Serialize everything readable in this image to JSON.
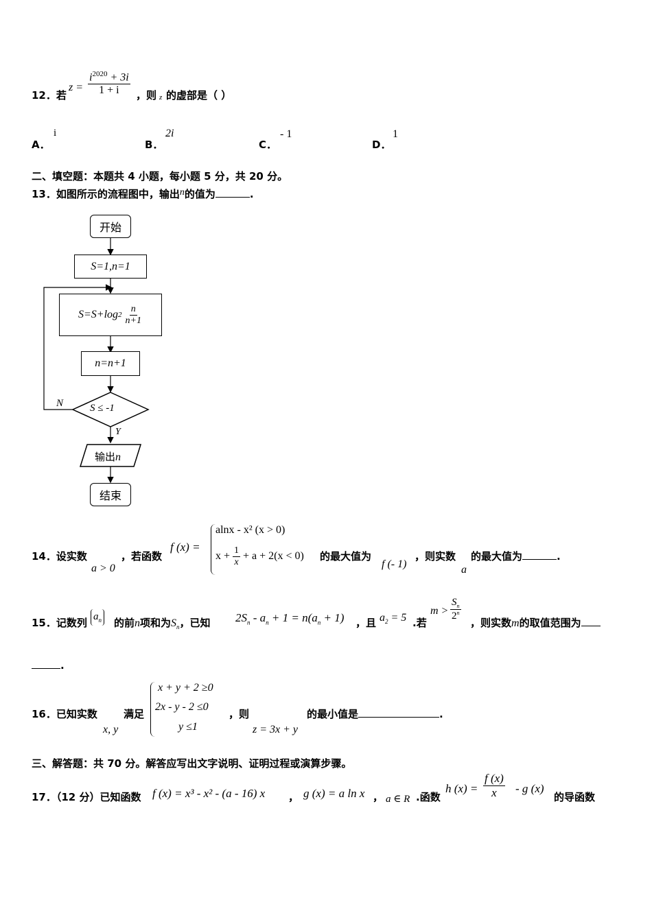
{
  "q12": {
    "number": "12．若",
    "z_lhs": "z =",
    "numerator": "i",
    "numerator_exp": "2020",
    "numerator_rest": " + 3i",
    "denominator": "1 + i",
    "tail1": "，则",
    "z_var": "z",
    "tail2": "的虚部是（     ）",
    "options": [
      {
        "label": "A．",
        "value": "i"
      },
      {
        "label": "B．",
        "value": "2i"
      },
      {
        "label": "C．",
        "value": "- 1"
      },
      {
        "label": "D．",
        "value": "1"
      }
    ]
  },
  "section2": "二、填空题：本题共 4 小题，每小题 5 分，共 20 分。",
  "q13": {
    "text_before": "13．如图所示的流程图中，输出",
    "var": "n",
    "text_after": "的值为",
    "end": ".",
    "flowchart": {
      "start": "开始",
      "init": "S=1,n=1",
      "update_lhs": "S=S+log",
      "update_sub": "2",
      "update_num": "n",
      "update_den": "n+1",
      "increment": "n=n+1",
      "condition": "S ≤ -1",
      "no_label": "N",
      "yes_label": "Y",
      "output_text": "输出",
      "output_var": "n",
      "end": "结束"
    }
  },
  "q14": {
    "text1": "14．设实数",
    "cond": "a > 0",
    "text2": "，若函数",
    "f_lhs": "f (x) =",
    "case1": "alnx - x² (x > 0)",
    "case2_a": "x +",
    "case2_num": "1",
    "case2_den": "x",
    "case2_b": "+ a + 2(x < 0)",
    "text3": "的最大值为",
    "fm1": "f (- 1)",
    "text4": "，则实数",
    "var_a": "a",
    "text5": "的最大值为",
    "end": "."
  },
  "q15": {
    "text1": "15．记数列",
    "seq": "a",
    "seq_sub": "n",
    "text2": "的前",
    "n": "n",
    "text3": "项和为",
    "Sn": "S",
    "Sn_sub": "n",
    "text4": "，已知",
    "eq": "2S",
    "eq_rest": " - a",
    "eq_rest2": " + 1 = n(a",
    "eq_rest3": " + 1)",
    "text5": "，且",
    "a2": "a",
    "a2_sub": "2",
    "a2_rest": " = 5",
    "text6": ".若",
    "m_gt": "m >",
    "frac_num": "S",
    "frac_num_sub": "n",
    "frac_den": "2",
    "frac_den_exp": "n",
    "text7": "，则实数",
    "m": "m",
    "text8": "的取值范围为",
    "end": "."
  },
  "q16": {
    "text1": "16．已知实数",
    "vars": "x, y",
    "text2": "满足",
    "c1": "x + y + 2 ≥0",
    "c2": "2x -  y -  2 ≤0",
    "c3": "y ≤1",
    "text3": "，则",
    "z": "z = 3x + y",
    "text4": "的最小值是",
    "end": "."
  },
  "section3": "三、解答题：共 70 分。解答应写出文字说明、证明过程或演算步骤。",
  "q17": {
    "text1": "17．（12 分）已知函数",
    "f": "f (x) = x³ -  x² -  (a -  16) x",
    "sep1": "，",
    "g": "g (x) = a ln x",
    "sep2": "，",
    "aR": "a ∈ R",
    "text2": ".函数",
    "h_lhs": "h (x) =",
    "h_num": "f (x)",
    "h_den": "x",
    "h_rest": "-  g (x)",
    "text3": "的导函数"
  }
}
